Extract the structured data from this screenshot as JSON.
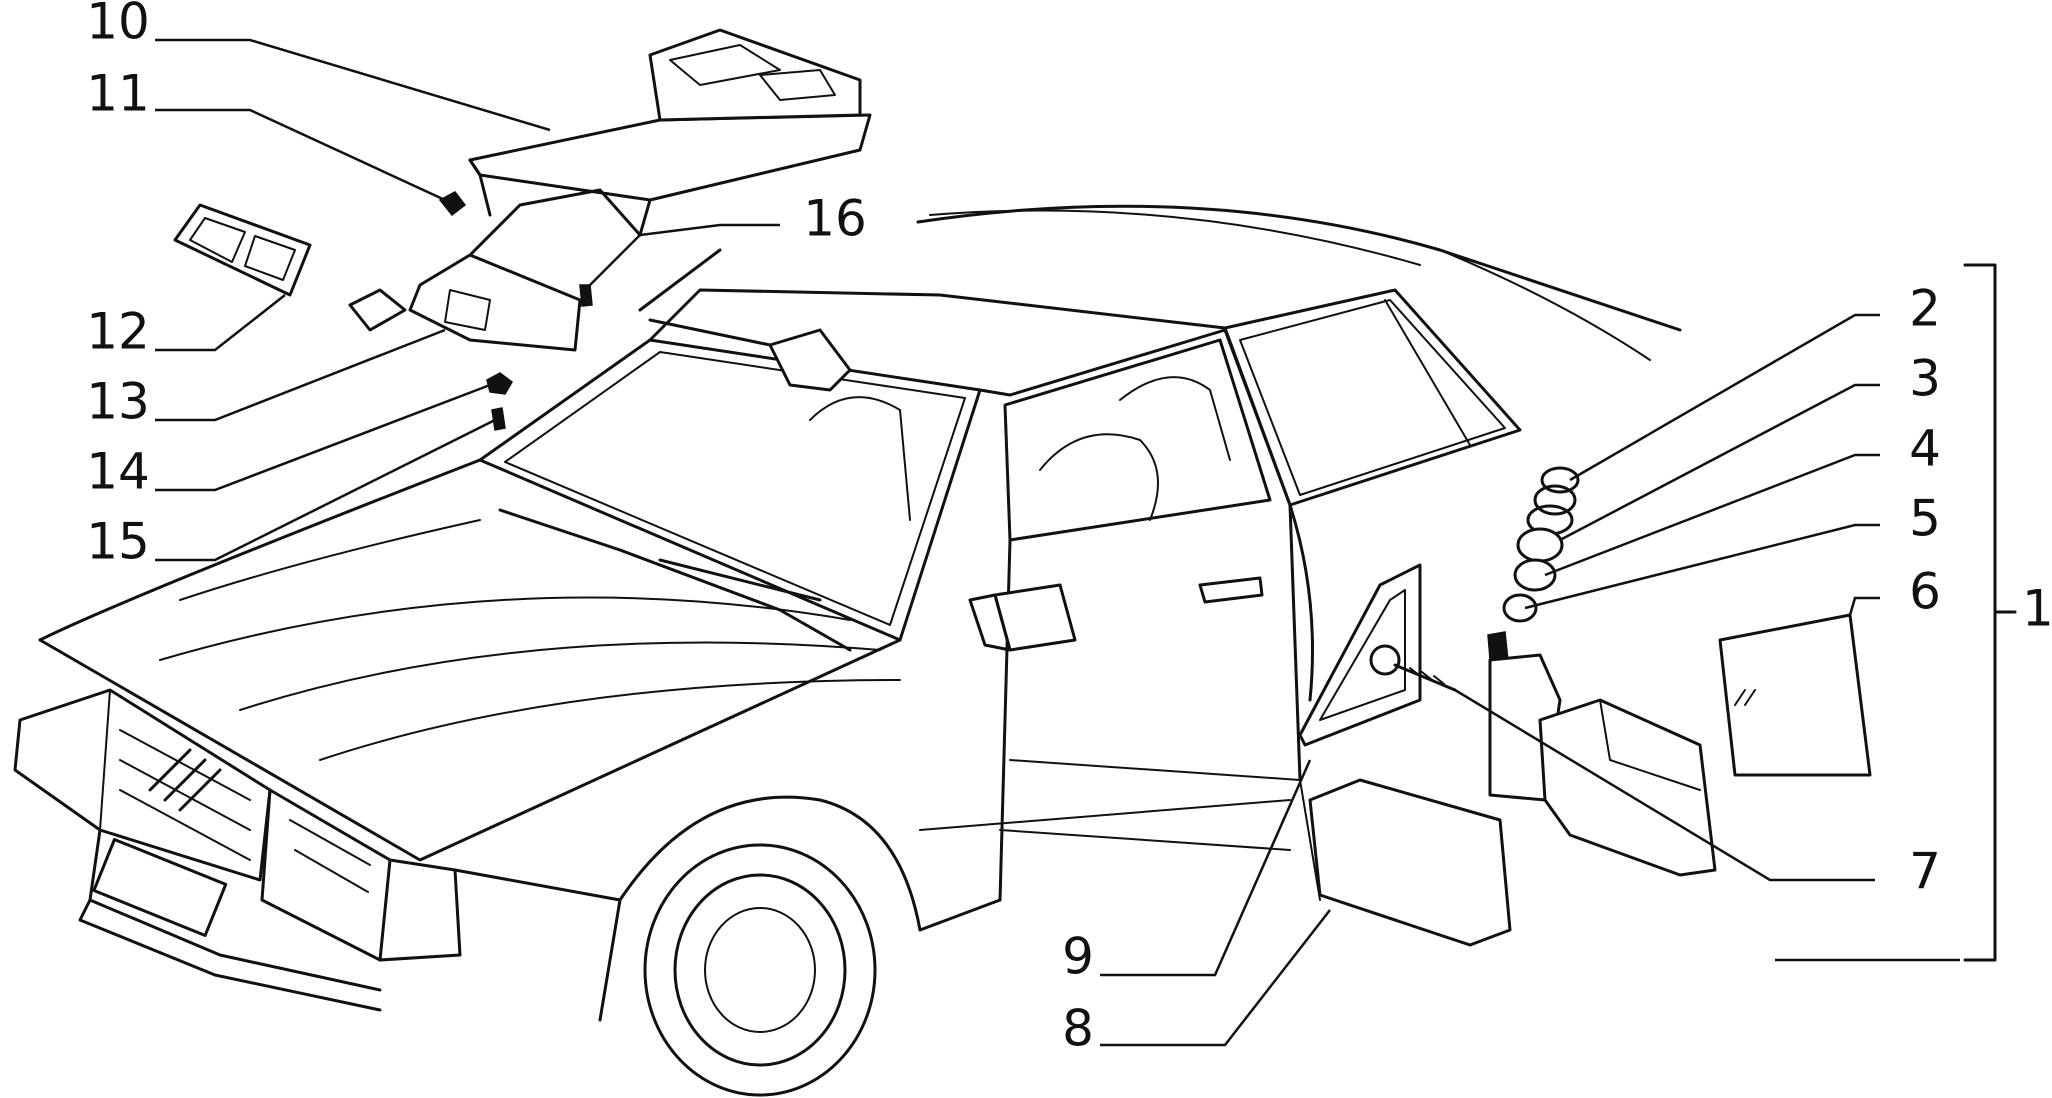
{
  "diagram": {
    "callouts": [
      {
        "id": "p1",
        "label": "1"
      },
      {
        "id": "p2",
        "label": "2"
      },
      {
        "id": "p3",
        "label": "3"
      },
      {
        "id": "p4",
        "label": "4"
      },
      {
        "id": "p5",
        "label": "5"
      },
      {
        "id": "p6",
        "label": "6"
      },
      {
        "id": "p7",
        "label": "7"
      },
      {
        "id": "p8",
        "label": "8"
      },
      {
        "id": "p9",
        "label": "9"
      },
      {
        "id": "p10",
        "label": "10"
      },
      {
        "id": "p11",
        "label": "11"
      },
      {
        "id": "p12",
        "label": "12"
      },
      {
        "id": "p13",
        "label": "13"
      },
      {
        "id": "p14",
        "label": "14"
      },
      {
        "id": "p15",
        "label": "15"
      },
      {
        "id": "p16",
        "label": "16"
      }
    ]
  }
}
